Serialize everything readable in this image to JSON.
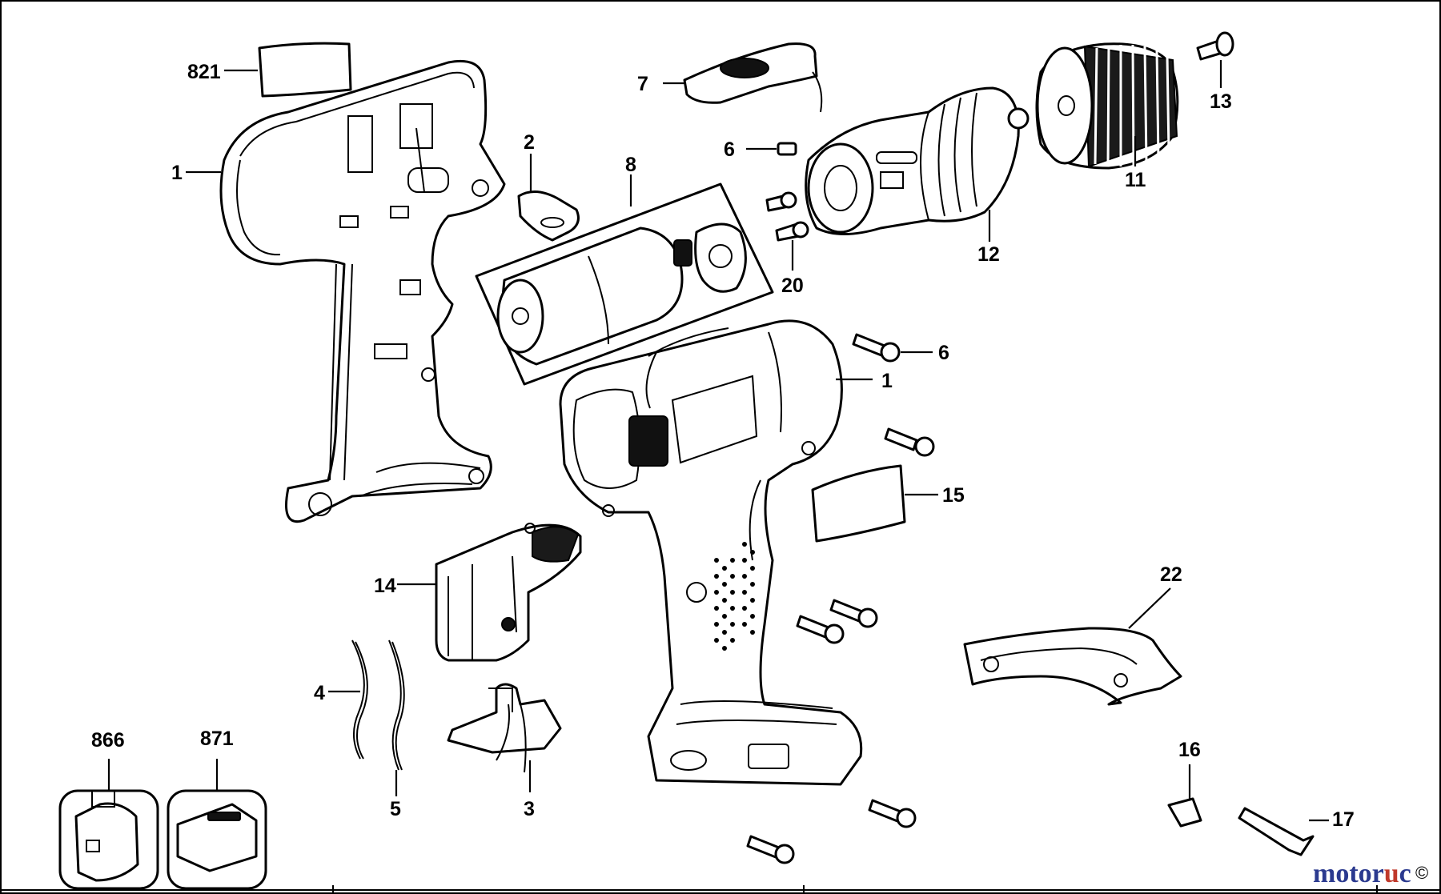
{
  "diagram": {
    "callouts": {
      "c821": "821",
      "c1_left": "1",
      "c2": "2",
      "c8": "8",
      "c7": "7",
      "c6_top": "6",
      "c20": "20",
      "c12": "12",
      "c11": "11",
      "c13": "13",
      "c6_right": "6",
      "c1_right": "1",
      "c15": "15",
      "c14": "14",
      "c22": "22",
      "c4": "4",
      "c5": "5",
      "c3": "3",
      "c866": "866",
      "c871": "871",
      "c16": "16",
      "c17": "17"
    }
  },
  "watermark": {
    "part1": "motor",
    "part2": "u",
    "part3": "c",
    "corner_symbol": "©"
  }
}
